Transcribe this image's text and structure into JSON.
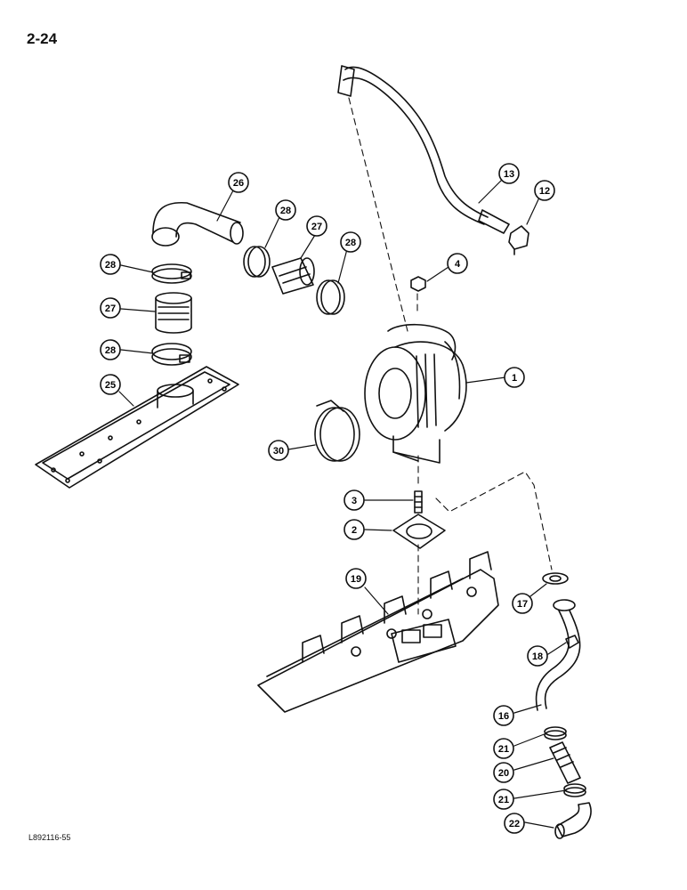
{
  "page_number": "2-24",
  "figure_code": "L892116-55",
  "callouts": {
    "c26": "26",
    "c28a": "28",
    "c27a": "27",
    "c28b": "28",
    "c28c": "28",
    "c27b": "27",
    "c28d": "28",
    "c25": "25",
    "c13": "13",
    "c12": "12",
    "c4": "4",
    "c1": "1",
    "c30": "30",
    "c3": "3",
    "c2": "2",
    "c19": "19",
    "c17": "17",
    "c18": "18",
    "c16": "16",
    "c21a": "21",
    "c20": "20",
    "c21b": "21",
    "c22": "22"
  }
}
